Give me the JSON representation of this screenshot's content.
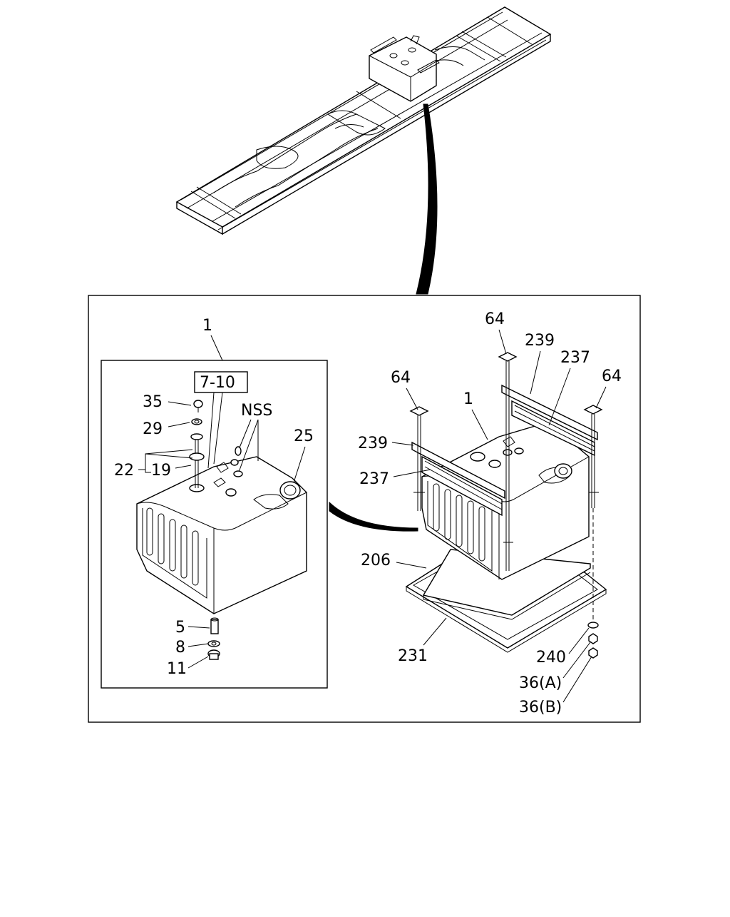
{
  "callouts": {
    "main_tank": "1",
    "tank_inset": "1",
    "range_7_10": "7-10",
    "p35": "35",
    "p29": "29",
    "p22": "22",
    "p19": "19",
    "nss": "NSS",
    "p25": "25",
    "p5": "5",
    "p8": "8",
    "p11": "11",
    "p64_left": "64",
    "p64_top": "64",
    "p64_right": "64",
    "p239_top": "239",
    "p237_top": "237",
    "p239_left": "239",
    "p237_left": "237",
    "p206": "206",
    "p231": "231",
    "p240": "240",
    "p36a": "36(A)",
    "p36b": "36(B)"
  },
  "icons": [
    "chassis-frame",
    "fuel-tank",
    "strap-bolt",
    "nut",
    "washer",
    "filler-cap",
    "drain-plug"
  ]
}
